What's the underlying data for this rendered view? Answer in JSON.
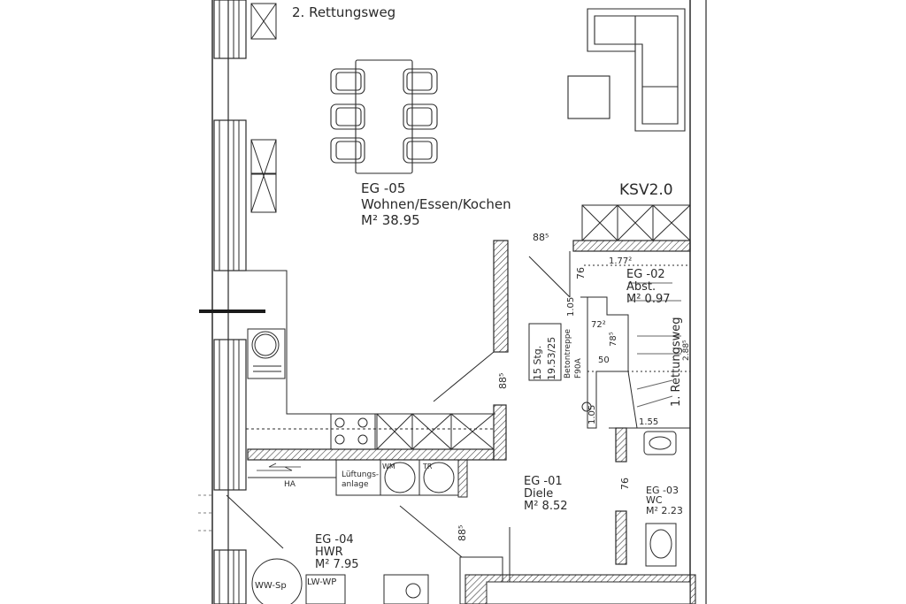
{
  "labels": {
    "escape2": "2. Rettungsweg",
    "escape1": "1. Rettungsweg",
    "ksv": "KSV2.0",
    "ha": "HA",
    "wm": "WM",
    "tr": "TR",
    "lueftung_line1": "Lüftungs-",
    "lueftung_line2": "anlage",
    "wwsp": "WW-Sp",
    "lwwp": "LW-WP"
  },
  "rooms": [
    {
      "id": "EG -05",
      "name": "Wohnen/Essen/Kochen",
      "area": "M² 38.95"
    },
    {
      "id": "EG -02",
      "name": "Abst.",
      "area": "M² 0.97"
    },
    {
      "id": "EG -01",
      "name": "Diele",
      "area": "M² 8.52"
    },
    {
      "id": "EG -03",
      "name": "WC",
      "area": "M² 2.23"
    },
    {
      "id": "EG -04",
      "name": "HWR",
      "area": "M² 7.95"
    }
  ],
  "stair": {
    "steps": "15 Stg.",
    "ratio": "19.53/25",
    "type": "Betontreppe",
    "fire": "F90A"
  },
  "dimensions": {
    "d_885_top": "88⁵",
    "d_885_mid": "88⁵",
    "d_885_bottom": "88⁵",
    "d_76_top": "76",
    "d_76_wc": "76",
    "d_177": "1.77²",
    "d_105_a": "1.05",
    "d_105_b": "1.05",
    "d_722": "72²",
    "d_785": "78⁵",
    "d_50": "50",
    "d_155": "1.55",
    "d_288": "2.88⁵"
  }
}
